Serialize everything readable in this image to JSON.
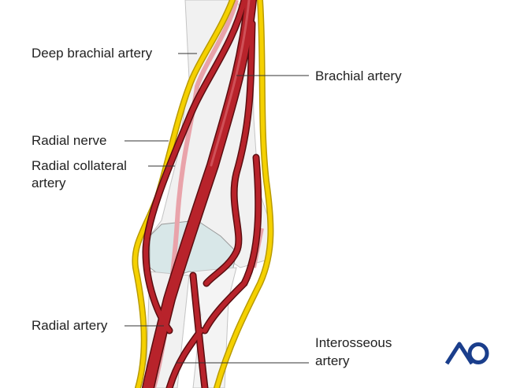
{
  "labels": {
    "deep_brachial_artery": "Deep brachial artery",
    "brachial_artery": "Brachial artery",
    "radial_nerve": "Radial nerve",
    "radial_collateral_artery_line1": "Radial collateral",
    "radial_collateral_artery_line2": "artery",
    "radial_artery": "Radial artery",
    "interosseous_artery_line1": "Interosseous",
    "interosseous_artery_line2": "artery"
  },
  "logo": {
    "text": "AO",
    "color": "#1a3e8c"
  },
  "colors": {
    "artery": "#b8232b",
    "artery_outline": "#5a0d10",
    "nerve": "#f5d100",
    "nerve_outline": "#b89a00",
    "faded_nerve": "#e9a3aa",
    "bone": "#efefef",
    "cartilage": "#d8e7e8"
  }
}
